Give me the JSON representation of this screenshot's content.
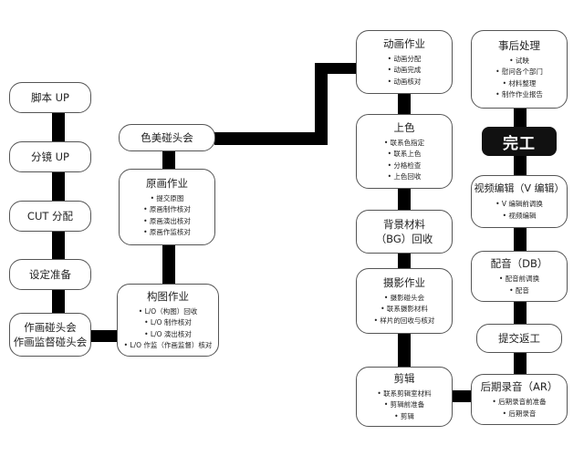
{
  "left_column": {
    "script_up": "脚本 UP",
    "storyboard_up": "分镜 UP",
    "cut_allocation": "CUT 分配",
    "setting_prep": "设定准备",
    "kickoff": [
      "作画碰头会",
      "作画监督碰头会"
    ]
  },
  "layout_box": {
    "title": "构图作业",
    "items": [
      "L/O（构图）回收",
      "L/O 制作核对",
      "L/O 演出核对",
      "L/O 作监（作画监督）核对"
    ]
  },
  "key_anim_box": {
    "title": "原画作业",
    "items": [
      "提交原图",
      "原画制作核对",
      "原画演出核对",
      "原画作监核对"
    ]
  },
  "color_meeting": "色美碰头会",
  "anim_box": {
    "title": "动画作业",
    "items": [
      "动画分配",
      "动画完成",
      "动画核对"
    ]
  },
  "color_box": {
    "title": "上色",
    "items": [
      "联系色指定",
      "联系上色",
      "分格检查",
      "上色回收"
    ]
  },
  "bg_box": {
    "title_lines": [
      "背景材料",
      "（BG）回收"
    ]
  },
  "photo_box": {
    "title": "摄影作业",
    "items": [
      "摄影碰头会",
      "联系摄影材料",
      "样片的回收与核对"
    ]
  },
  "edit_box": {
    "title": "剪辑",
    "items": [
      "联系剪辑室材料",
      "剪辑前准备",
      "剪辑"
    ]
  },
  "post_box": {
    "title": "事后处理",
    "items": [
      "试映",
      "慰问各个部门",
      "材料整理",
      "制作作业报告"
    ]
  },
  "done_label": "完工",
  "video_edit_box": {
    "title": "视频编辑（V 编辑）",
    "items": [
      "V 编辑前调换",
      "视频编辑"
    ]
  },
  "db_box": {
    "title": "配音（DB）",
    "items": [
      "配音前调换",
      "配音"
    ]
  },
  "submit_return": "提交返工",
  "ar_box": {
    "title": "后期录音（AR）",
    "items": [
      "后期录音前准备",
      "后期录音"
    ]
  }
}
